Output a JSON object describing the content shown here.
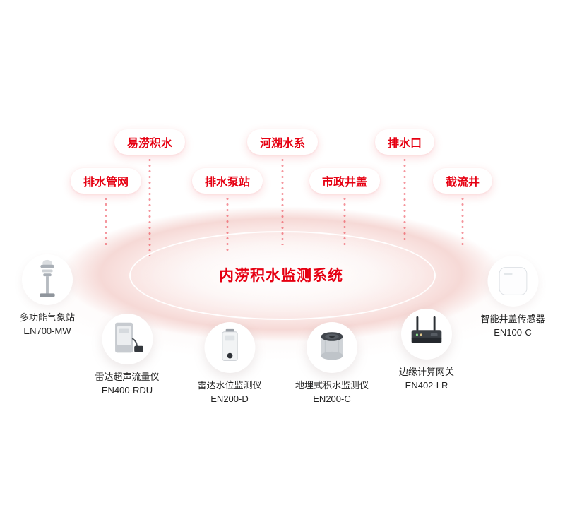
{
  "diagram": {
    "title": "内涝积水监测系统"
  },
  "colors": {
    "accent": "#e60012",
    "connector": "#eda8a8",
    "glow": "#f6d9d6",
    "text": "#222222"
  },
  "categories": [
    {
      "label": "排水管网"
    },
    {
      "label": "易涝积水"
    },
    {
      "label": "排水泵站"
    },
    {
      "label": "河湖水系"
    },
    {
      "label": "市政井盖"
    },
    {
      "label": "排水口"
    },
    {
      "label": "截流井"
    }
  ],
  "devices": [
    {
      "name": "多功能气象站",
      "model": "EN700-MW",
      "icon": "weather-station-icon"
    },
    {
      "name": "雷达超声流量仪",
      "model": "EN400-RDU",
      "icon": "flow-meter-icon"
    },
    {
      "name": "雷达水位监测仪",
      "model": "EN200-D",
      "icon": "water-level-monitor-icon"
    },
    {
      "name": "地埋式积水监测仪",
      "model": "EN200-C",
      "icon": "buried-water-monitor-icon"
    },
    {
      "name": "边缘计算网关",
      "model": "EN402-LR",
      "icon": "edge-gateway-icon"
    },
    {
      "name": "智能井盖传感器",
      "model": "EN100-C",
      "icon": "manhole-sensor-icon"
    }
  ]
}
